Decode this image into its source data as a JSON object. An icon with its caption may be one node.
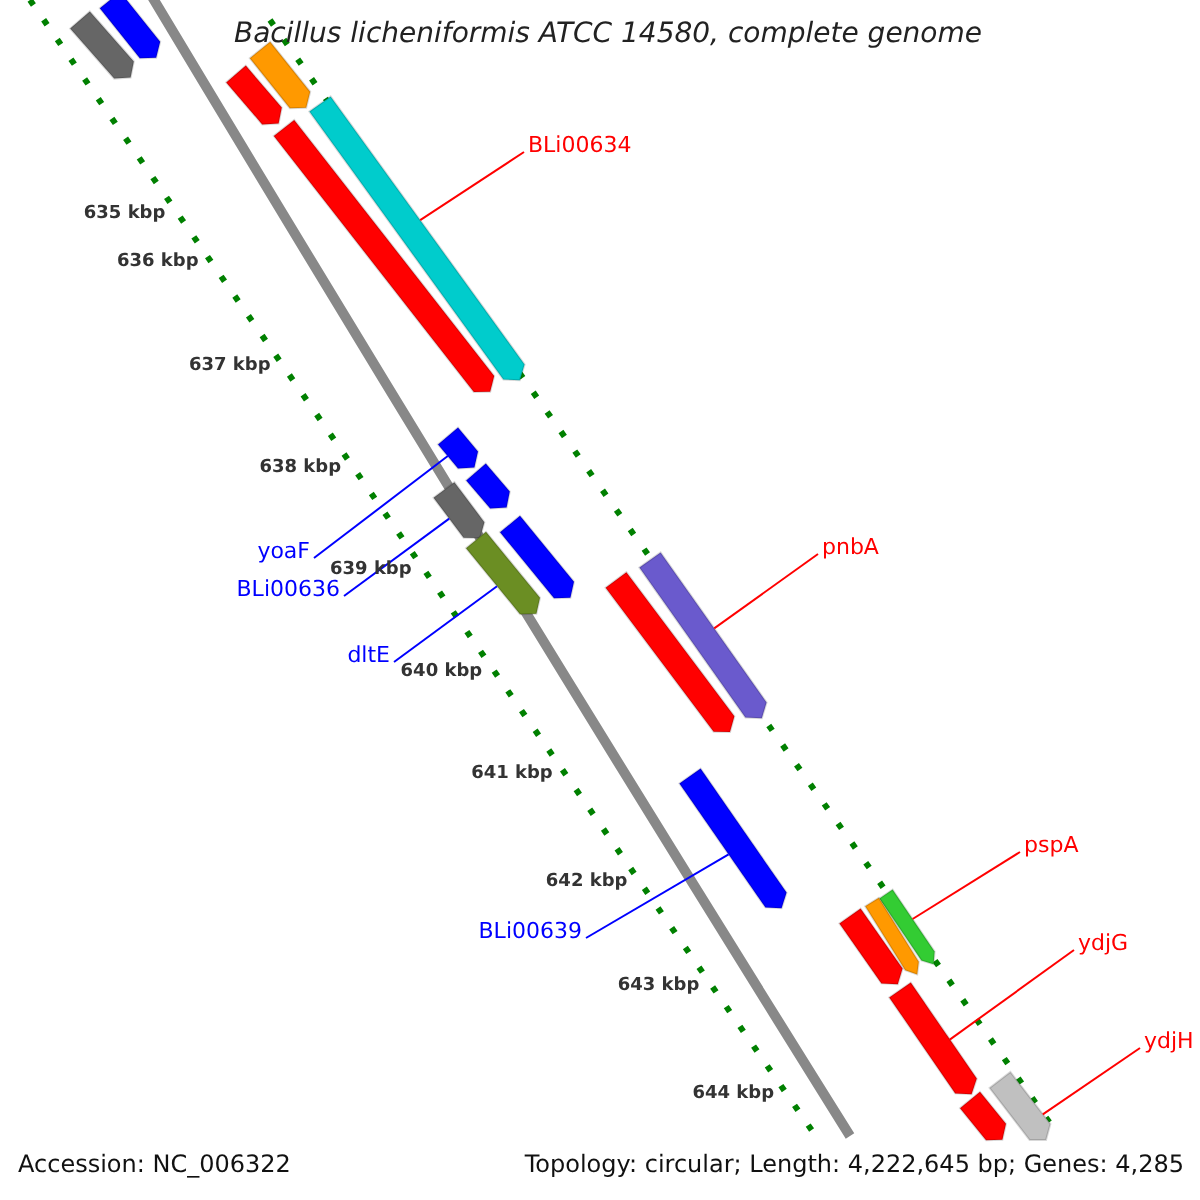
{
  "diagram": {
    "title": "Bacillus licheniformis ATCC 14580, complete genome",
    "nodes": [
      {
        "text": [],
        "shape": "bar"
      },
      {
        "text": [],
        "shape": "bar"
      },
      {
        "text": [],
        "shape": "bar"
      },
      {
        "text": [],
        "shape": "bar"
      },
      {
        "text": [
          "BLi00634"
        ]
      },
      {
        "text": [],
        "shape": "bar"
      },
      {
        "text": [],
        "shape": "bar"
      },
      {
        "text": [],
        "shape": "bar"
      },
      {
        "text": [
          "yoaF"
        ]
      },
      {
        "text": [],
        "shape": "bar"
      },
      {
        "text": [
          "BLi00636"
        ]
      },
      {
        "text": [],
        "shape": "bar"
      },
      {
        "text": [],
        "shape": "bar"
      },
      {
        "text": [
          "dltE"
        ]
      },
      {
        "text": [],
        "shape": "bar"
      },
      {
        "text": [
          "pnbA"
        ]
      },
      {
        "text": [],
        "shape": "bar"
      },
      {
        "text": [],
        "shape": "bar"
      },
      {
        "text": [
          "BLi00639"
        ]
      },
      {
        "text": [],
        "shape": "bar"
      },
      {
        "text": [
          "pspA"
        ]
      },
      {
        "text": [],
        "shape": "bar"
      },
      {
        "text": [],
        "shape": "bar"
      },
      {
        "text": [],
        "shape": "bar"
      },
      {
        "text": [
          "ydjG"
        ]
      },
      {
        "text": [],
        "shape": "bar"
      },
      {
        "text": [
          "ydjH"
        ]
      },
      {
        "text": [],
        "shape": "bar"
      },
      {
        "text": [],
        "shape": "bar"
      }
    ],
    "edges": [
      {
        "from": 4,
        "to": 5,
        "arrow": "none"
      },
      {
        "from": 8,
        "to": 7,
        "arrow": "none",
        "color": "#0000ff"
      },
      {
        "from": 10,
        "to": 11,
        "arrow": "none",
        "color": "#0000ff"
      },
      {
        "from": 13,
        "to": 14,
        "arrow": "none",
        "color": "#0000ff"
      },
      {
        "from": 15,
        "to": 16,
        "arrow": "none"
      },
      {
        "from": 18,
        "to": 19,
        "arrow": "none",
        "color": "#0000ff"
      },
      {
        "from": 20,
        "to": 21,
        "arrow": "none"
      },
      {
        "from": 24,
        "to": 25,
        "arrow": "none"
      },
      {
        "from": 26,
        "to": 27,
        "arrow": "none"
      }
    ],
    "labels": [
      "635 kbp",
      "636 kbp",
      "637 kbp",
      "638 kbp",
      "639 kbp",
      "640 kbp",
      "641 kbp",
      "642 kbp",
      "643 kbp",
      "644 kbp",
      "Accession: NC_006322",
      "Topology: circular; Length: 4,222,645 bp; Genes: 4,285"
    ]
  }
}
